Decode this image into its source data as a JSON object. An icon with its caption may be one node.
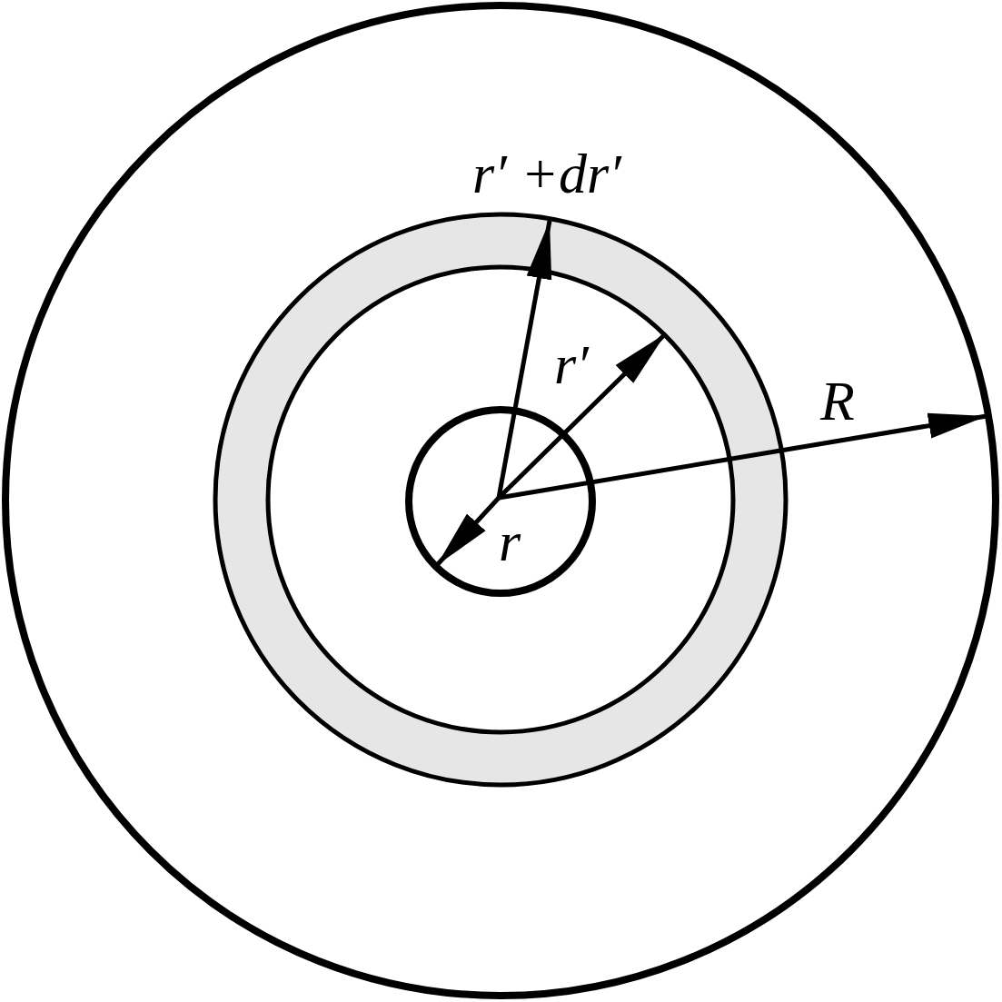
{
  "diagram": {
    "labels": [
      "r′ +dr′",
      "r′",
      "R",
      "r"
    ]
  }
}
